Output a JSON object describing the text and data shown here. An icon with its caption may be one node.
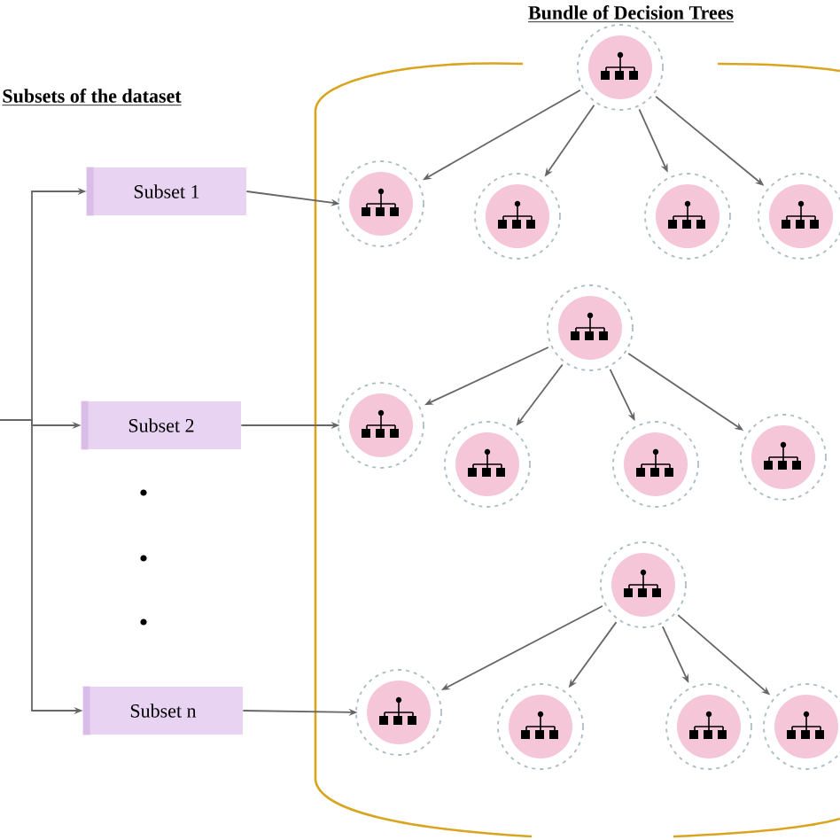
{
  "diagram": {
    "nodes": [
      {
        "text": [
          "Subset 1"
        ]
      },
      {
        "text": [
          "Subset 2"
        ]
      },
      {
        "text": [
          "Subset n"
        ]
      },
      {
        "text": [],
        "shape": "circle"
      },
      {
        "text": [],
        "shape": "circle"
      },
      {
        "text": [],
        "shape": "circle"
      },
      {
        "text": [],
        "shape": "circle"
      },
      {
        "text": [],
        "shape": "circle"
      },
      {
        "text": [],
        "shape": "circle"
      },
      {
        "text": [],
        "shape": "circle"
      },
      {
        "text": [],
        "shape": "circle"
      },
      {
        "text": [],
        "shape": "circle"
      },
      {
        "text": [],
        "shape": "circle"
      },
      {
        "text": [],
        "shape": "circle"
      },
      {
        "text": [],
        "shape": "circle"
      },
      {
        "text": [],
        "shape": "circle"
      },
      {
        "text": [],
        "shape": "circle"
      },
      {
        "text": [],
        "shape": "circle"
      }
    ],
    "edges": [
      {
        "from": null,
        "to": 0,
        "arrow": "to"
      },
      {
        "from": null,
        "to": 1,
        "arrow": "to"
      },
      {
        "from": null,
        "to": 2,
        "arrow": "to"
      },
      {
        "from": 0,
        "to": 4,
        "arrow": "to"
      },
      {
        "from": 1,
        "to": 9,
        "arrow": "to"
      },
      {
        "from": 2,
        "to": 14,
        "arrow": "to"
      },
      {
        "from": 3,
        "to": 4,
        "arrow": "to"
      },
      {
        "from": 3,
        "to": 5,
        "arrow": "to"
      },
      {
        "from": 3,
        "to": 6,
        "arrow": "to"
      },
      {
        "from": 3,
        "to": 7,
        "arrow": "to"
      },
      {
        "from": 8,
        "to": 9,
        "arrow": "to"
      },
      {
        "from": 8,
        "to": 10,
        "arrow": "to"
      },
      {
        "from": 8,
        "to": 11,
        "arrow": "to"
      },
      {
        "from": 8,
        "to": 12,
        "arrow": "to"
      },
      {
        "from": 13,
        "to": 14,
        "arrow": "to"
      },
      {
        "from": 13,
        "to": 15,
        "arrow": "to"
      },
      {
        "from": 13,
        "to": 16,
        "arrow": "to"
      },
      {
        "from": 13,
        "to": 17,
        "arrow": "to"
      }
    ],
    "labels": [
      "Bundle of Decision Trees",
      "Subsets of the dataset"
    ]
  }
}
